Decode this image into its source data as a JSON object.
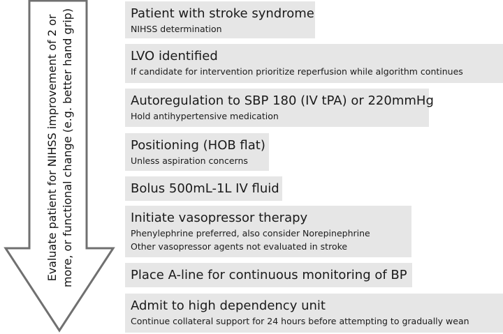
{
  "arrow": {
    "label_line1": "Evaluate patient for NIHSS improvement of 2 or",
    "label_line2": "more, or functional change (e.g. better hand grip)"
  },
  "steps": [
    {
      "title": "Patient with stroke syndrome",
      "subtitles": [
        "NIHSS determination"
      ]
    },
    {
      "title": "LVO identified",
      "subtitles": [
        "If candidate for intervention prioritize reperfusion while algorithm continues"
      ]
    },
    {
      "title": "Autoregulation to SBP 180 (IV tPA) or 220mmHg",
      "subtitles": [
        "Hold antihypertensive medication"
      ]
    },
    {
      "title": "Positioning (HOB flat)",
      "subtitles": [
        "Unless aspiration concerns"
      ]
    },
    {
      "title": "Bolus 500mL-1L IV fluid",
      "subtitles": []
    },
    {
      "title": "Initiate vasopressor therapy",
      "subtitles": [
        "Phenylephrine preferred, also consider Norepinephrine",
        "Other vasopressor agents not evaluated in stroke"
      ]
    },
    {
      "title": "Place A-line for continuous monitoring of BP",
      "subtitles": []
    },
    {
      "title": "Admit to high dependency unit",
      "subtitles": [
        "Continue collateral support for 24 hours before attempting to gradually wean"
      ]
    }
  ]
}
